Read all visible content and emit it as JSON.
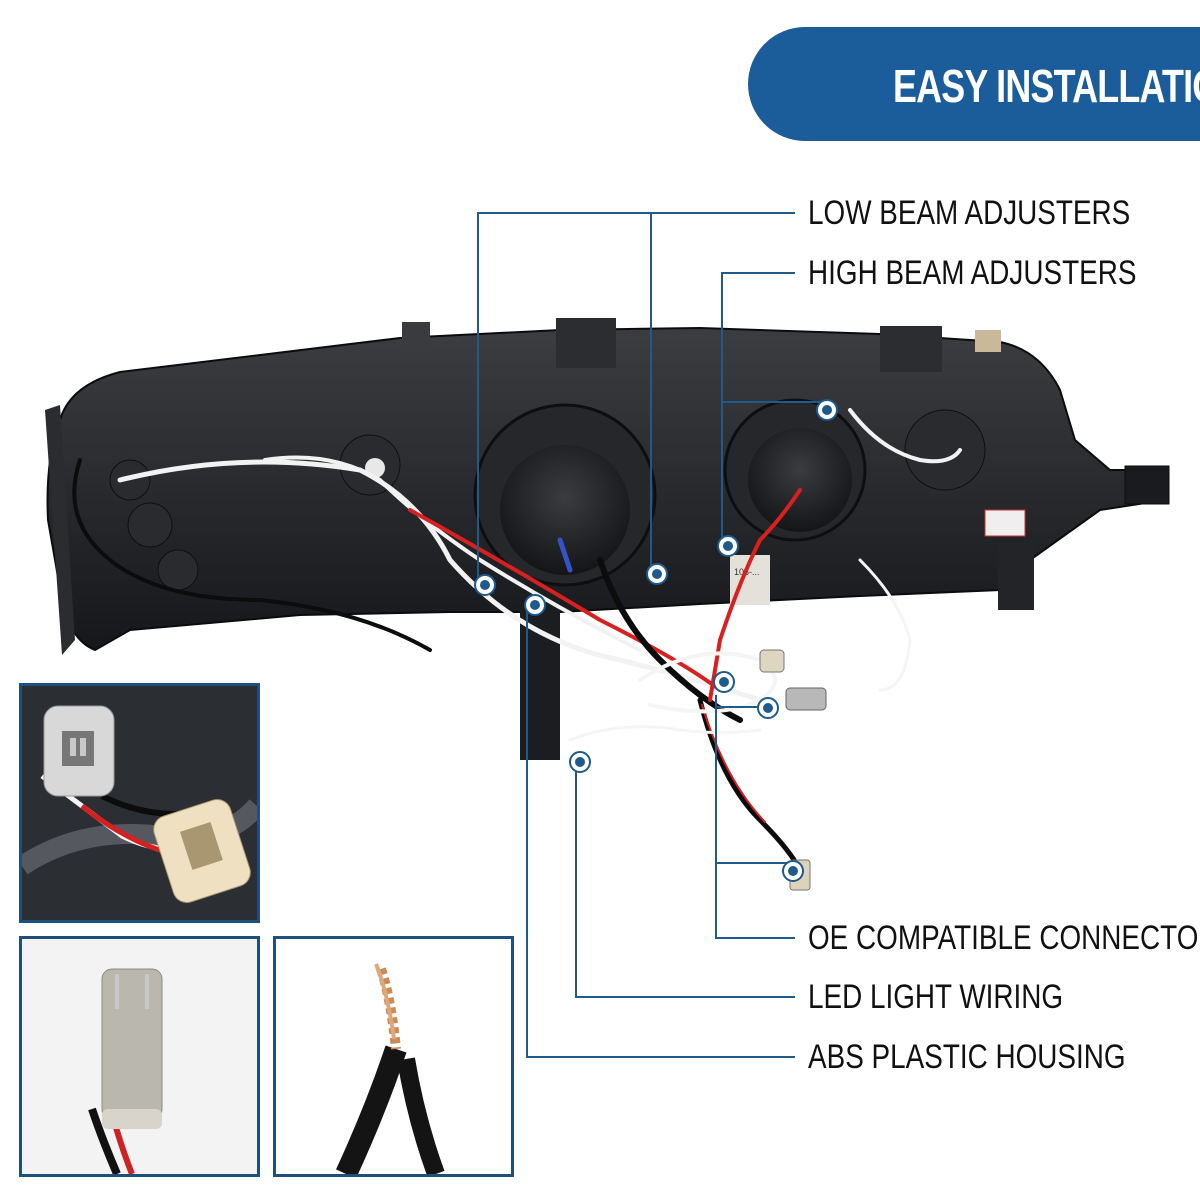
{
  "banner": {
    "title": "EASY INSTALLATION",
    "color": "#1b5d9a"
  },
  "callouts": [
    {
      "id": "low-beam-adjusters",
      "label": "LOW BEAM ADJUSTERS"
    },
    {
      "id": "high-beam-adjusters",
      "label": "HIGH BEAM ADJUSTERS"
    },
    {
      "id": "oe-compatible-connectors",
      "label": "OE COMPATIBLE CONNECTORS"
    },
    {
      "id": "led-light-wiring",
      "label": "LED LIGHT WIRING"
    },
    {
      "id": "abs-plastic-housing",
      "label": "ABS PLASTIC HOUSING"
    }
  ],
  "label_sticker": {
    "text": "105-..."
  },
  "colors": {
    "leader_line": "#1e5a8c",
    "marker": "#1e5a8c",
    "housing": "#1d1f22",
    "inset_border": "#1e4f7d"
  }
}
